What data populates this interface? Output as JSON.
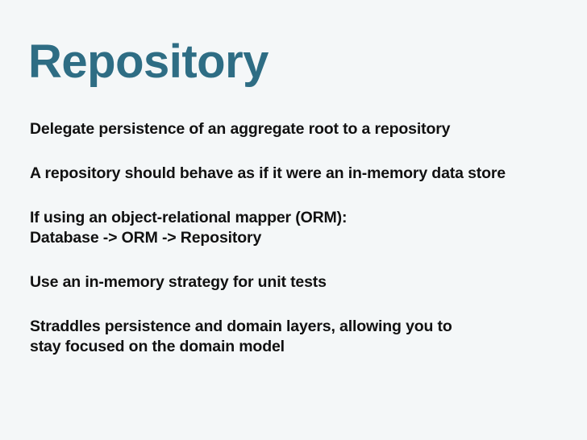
{
  "slide": {
    "title": "Repository",
    "background_color": "#f4f7f8",
    "title_color": "#2e6d84",
    "body_color": "#111111",
    "paragraphs": [
      {
        "lines": [
          "Delegate persistence of an aggregate root to a repository"
        ]
      },
      {
        "lines": [
          "A repository should behave as if it were an in-memory data store"
        ]
      },
      {
        "lines": [
          "If using an object-relational mapper (ORM):",
          "Database -> ORM -> Repository"
        ]
      },
      {
        "lines": [
          "Use an in-memory strategy for unit tests"
        ]
      },
      {
        "lines": [
          "Straddles persistence and domain layers, allowing you to",
          "stay focused on the domain model"
        ]
      }
    ]
  }
}
